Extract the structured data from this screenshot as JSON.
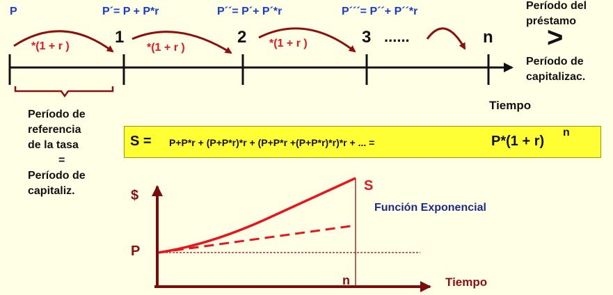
{
  "colors": {
    "background": "#ffffe6",
    "blue": "#1a3cc8",
    "red": "#e8141e",
    "maroon": "#8c1010",
    "formula_bg": "#ffff33"
  },
  "top_labels": {
    "p": "P",
    "p1": "P´= P + P*r",
    "p2": "P´´= P´+ P´*r",
    "p3": "P´´´= P´´+ P´´*r"
  },
  "arc_labels": [
    "*(1 + r )",
    "*(1 + r )",
    "*(1 + r )"
  ],
  "nodes": [
    "1",
    "2",
    "3",
    "......",
    "n"
  ],
  "right_panel": {
    "prestamo": [
      "Período del",
      "préstamo"
    ],
    "gt": ">",
    "capitalizacion": [
      "Período de",
      "capitalizac."
    ],
    "tiempo": "Tiempo"
  },
  "left_note": [
    "Período de",
    "referencia",
    "de la tasa",
    "=",
    "Período de",
    "capitaliz."
  ],
  "formula": {
    "lhs": "S =",
    "expansion": "P+P*r + (P+P*r)*r + (P+P*r +(P+P*r)*r)*r + ... =",
    "result": "P*(1 + r)",
    "exponent": "n"
  },
  "graph": {
    "y_label": "$",
    "p_label": "P",
    "s_label": "S",
    "n_label": "n",
    "x_label": "Tiempo",
    "curve_title": "Función Exponencial"
  }
}
